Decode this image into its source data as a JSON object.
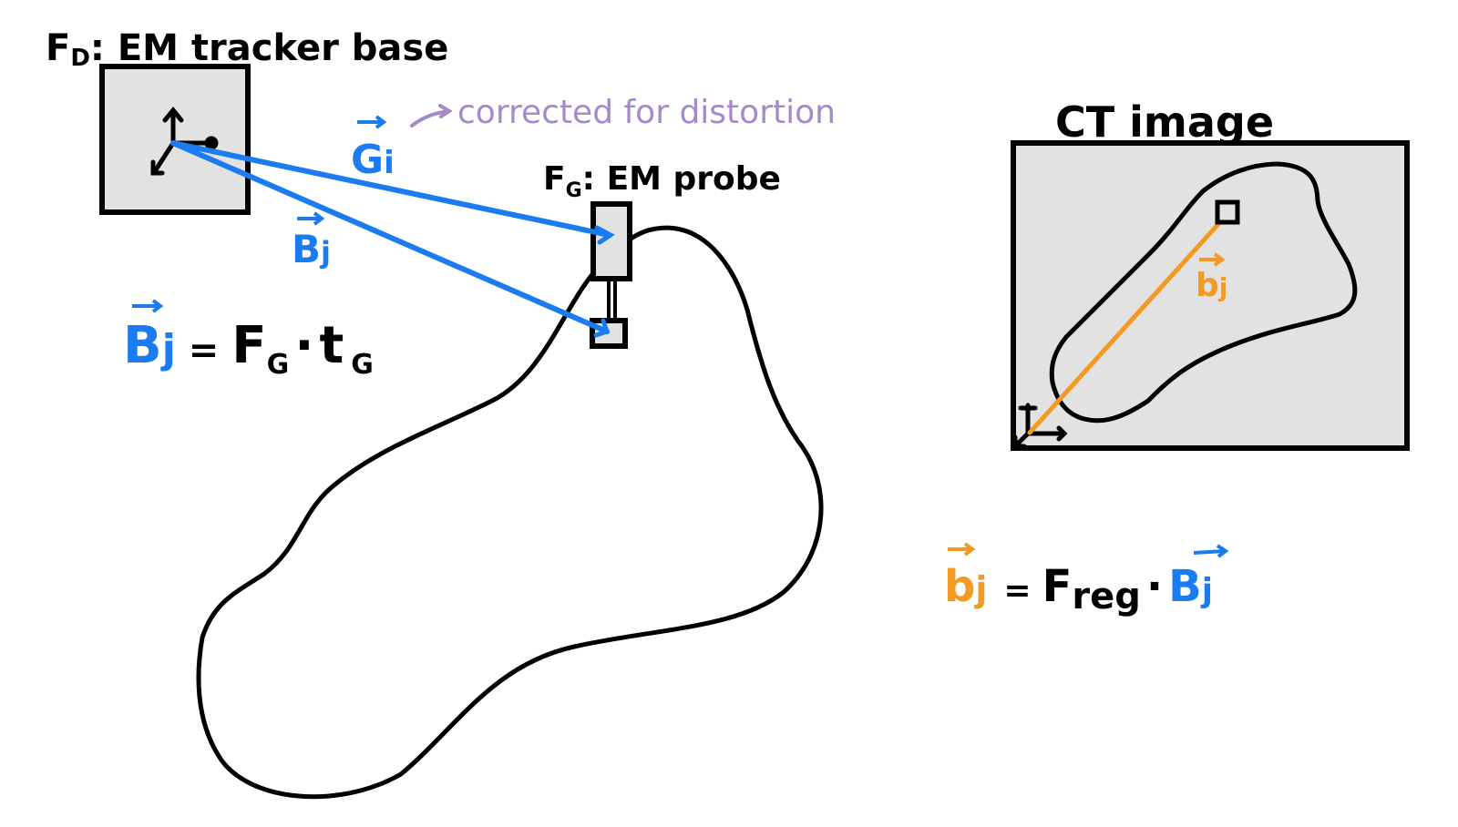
{
  "colors": {
    "blue": "#1a7cf0",
    "orange": "#f49a23",
    "purple": "#a58ac9",
    "box_fill": "#e2e2e2",
    "ink": "#000000"
  },
  "tracker": {
    "label_main": "F",
    "label_sub": "D",
    "label_rest": ": EM tracker base"
  },
  "probe": {
    "label_main": "F",
    "label_sub": "G",
    "label_rest": ": EM probe"
  },
  "annotation": {
    "text": "corrected for distortion"
  },
  "vectors": {
    "Gi": {
      "letter": "G",
      "sub": "i"
    },
    "Bj": {
      "letter": "B",
      "sub": "j"
    },
    "bj": {
      "letter": "b",
      "sub": "j"
    }
  },
  "ct": {
    "title": "CT image"
  },
  "equation1": {
    "lhs_letter": "B",
    "lhs_sub": "j",
    "equals": "=",
    "F": "F",
    "F_sub": "G",
    "dot": "·",
    "t": "t",
    "t_sub": "G"
  },
  "equation2": {
    "lhs_letter": "b",
    "lhs_sub": "j",
    "equals": "=",
    "F": "F",
    "F_sub": "reg",
    "dot": "·",
    "rhs_letter": "B",
    "rhs_sub": "j"
  }
}
